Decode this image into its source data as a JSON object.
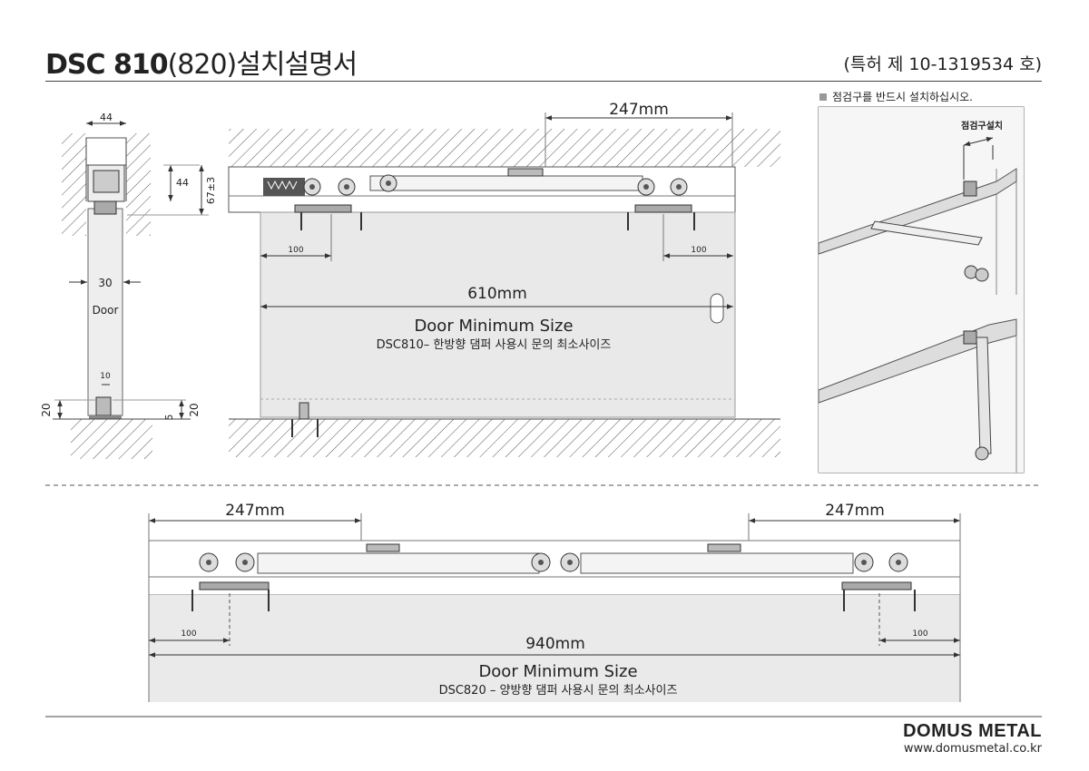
{
  "header": {
    "model_bold": "DSC 810",
    "model_light": "(820)",
    "title_rest": "설치설명서",
    "patent": "(특허 제 10-1319534 호)"
  },
  "note": "점검구를 반드시 설치하십시오.",
  "detail_label": "점검구설치",
  "side_view": {
    "dim_top": "44",
    "dim_rail": "44",
    "dim_total": "67±3",
    "dim_door": "30",
    "door_label": "Door",
    "dim_gap": "10",
    "dim_left_bottom": "20",
    "dim_right_5": "5",
    "dim_right_20": "20"
  },
  "single_view": {
    "dim_247": "247mm",
    "dim_100_left": "100",
    "dim_100_right": "100",
    "dim_610": "610mm",
    "caption_title": "Door Minimum Size",
    "caption_sub": "DSC810– 한방향 댐퍼 사용시 문의 최소사이즈"
  },
  "double_view": {
    "dim_247_left": "247mm",
    "dim_247_right": "247mm",
    "dim_100_left": "100",
    "dim_100_right": "100",
    "dim_940": "940mm",
    "caption_title": "Door Minimum Size",
    "caption_sub": "DSC820 – 양방향 댐퍼 사용시 문의 최소사이즈"
  },
  "footer": {
    "brand": "DOMUS METAL",
    "url": "www.domusmetal.co.kr"
  }
}
